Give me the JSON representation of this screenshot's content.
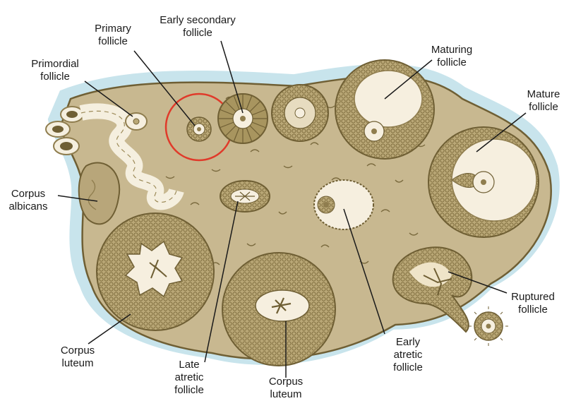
{
  "labels": {
    "primary_follicle": [
      "Primary",
      "follicle"
    ],
    "early_secondary_follicle": [
      "Early secondary",
      "follicle"
    ],
    "primordial_follicle": [
      "Primordial",
      "follicle"
    ],
    "maturing_follicle": [
      "Maturing",
      "follicle"
    ],
    "mature_follicle": [
      "Mature",
      "follicle"
    ],
    "corpus_albicans": [
      "Corpus",
      "albicans"
    ],
    "ruptured_follicle": [
      "Ruptured",
      "follicle"
    ],
    "corpus_luteum_left": [
      "Corpus",
      "luteum"
    ],
    "late_atretic_follicle": [
      "Late",
      "atretic",
      "follicle"
    ],
    "corpus_luteum_bottom": [
      "Corpus",
      "luteum"
    ],
    "early_atretic_follicle": [
      "Early",
      "atretic",
      "follicle"
    ]
  },
  "colors": {
    "stroma": "#c9b992",
    "stroma_edge": "#7a6a3e",
    "halo": "#cfe7ee",
    "tissue": "#b9a776",
    "cells": "#8f7d4e",
    "antrum": "#f6efdf",
    "highlight_ring": "#e03a2a",
    "leader_line": "#1a1a1a"
  },
  "icons": {
    "highlight": "highlight-circle-primary-follicle"
  }
}
